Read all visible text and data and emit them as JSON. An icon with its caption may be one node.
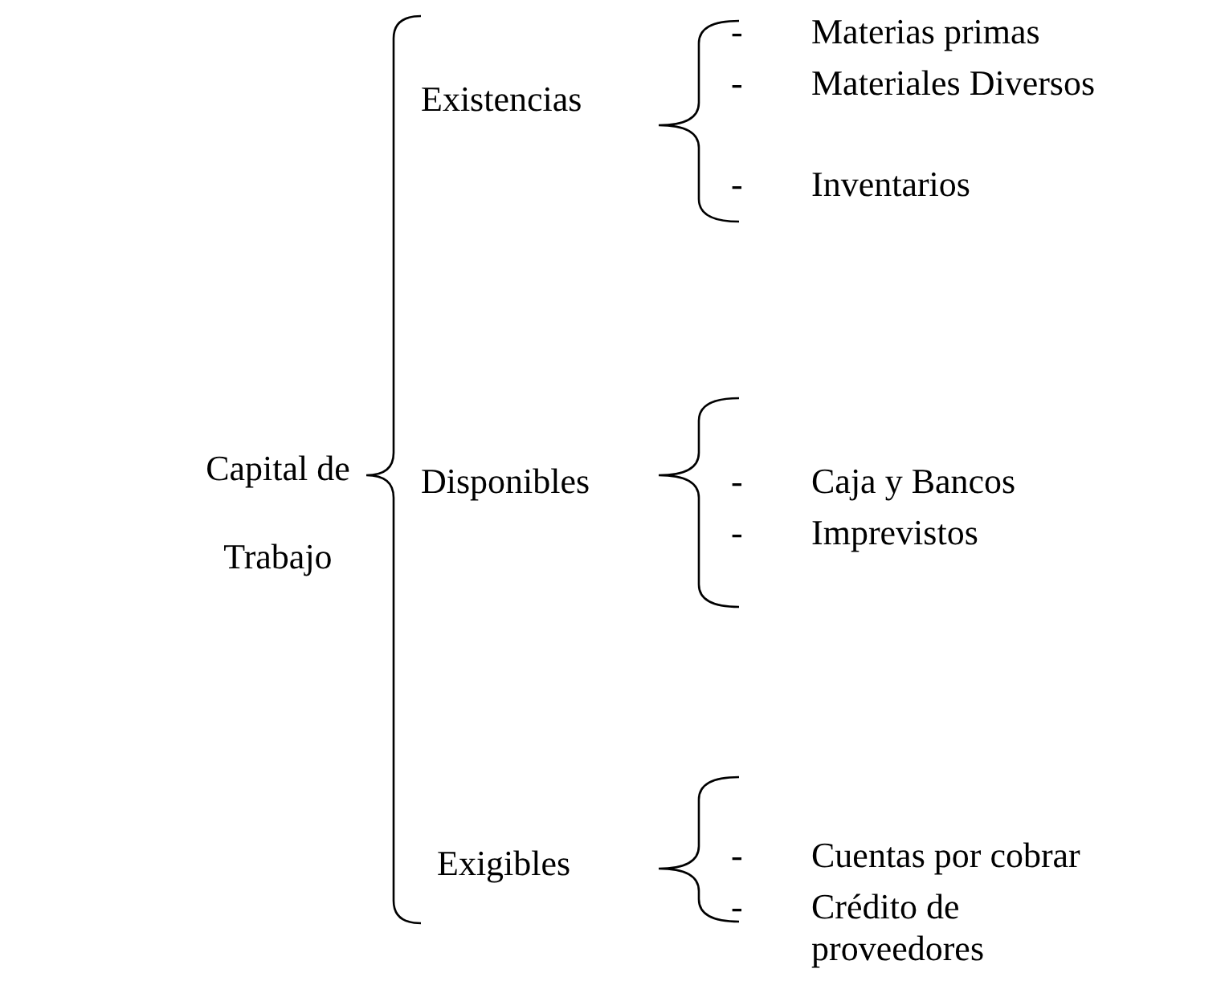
{
  "diagram": {
    "labels": [
      "Capital de Trabajo",
      "Existencias",
      "-",
      "Materias primas",
      "-",
      "Materiales Diversos",
      "-",
      "Inventarios",
      "Disponibles",
      "-",
      "Caja y Bancos",
      "-",
      "Imprevistos",
      "Exigibles",
      "-",
      "Cuentas por cobrar",
      "-",
      "Crédito de proveedores"
    ]
  }
}
